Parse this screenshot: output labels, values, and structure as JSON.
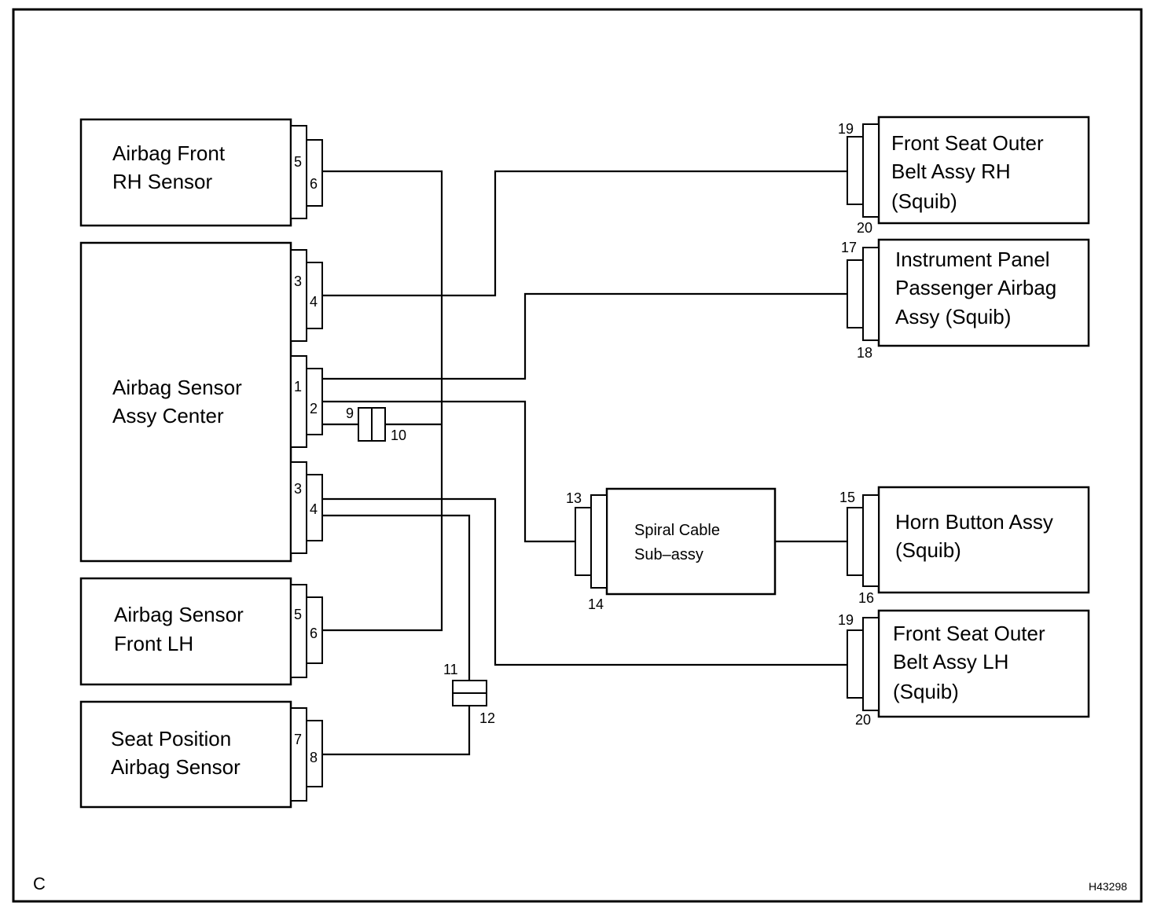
{
  "components": {
    "airbag_front_rh_sensor": {
      "line1": "Airbag Front",
      "line2": "RH Sensor",
      "pin_a": "5",
      "pin_b": "6"
    },
    "airbag_sensor_assy_center": {
      "line1": "Airbag Sensor",
      "line2": "Assy Center",
      "conn1_pin_a": "3",
      "conn1_pin_b": "4",
      "conn2_pin_a": "1",
      "conn2_pin_b": "2",
      "conn3_pin_a": "3",
      "conn3_pin_b": "4"
    },
    "airbag_sensor_front_lh": {
      "line1": "Airbag Sensor",
      "line2": "Front LH",
      "pin_a": "5",
      "pin_b": "6"
    },
    "seat_position_airbag_sensor": {
      "line1": "Seat Position",
      "line2": "Airbag Sensor",
      "pin_a": "7",
      "pin_b": "8"
    },
    "front_seat_outer_belt_rh": {
      "line1": "Front Seat Outer",
      "line2": "Belt Assy RH",
      "line3": "(Squib)",
      "pin_a": "19",
      "pin_b": "20"
    },
    "instrument_panel_passenger_airbag": {
      "line1": "Instrument Panel",
      "line2": "Passenger Airbag",
      "line3": "Assy (Squib)",
      "pin_a": "17",
      "pin_b": "18"
    },
    "spiral_cable": {
      "line1": "Spiral Cable",
      "line2": "Sub–assy",
      "pin_a": "13",
      "pin_b": "14"
    },
    "horn_button_assy": {
      "line1": "Horn Button Assy",
      "line2": "(Squib)",
      "pin_a": "15",
      "pin_b": "16"
    },
    "front_seat_outer_belt_lh": {
      "line1": "Front Seat Outer",
      "line2": "Belt Assy LH",
      "line3": "(Squib)",
      "pin_a": "19",
      "pin_b": "20"
    }
  },
  "junctions": {
    "j1": {
      "pin_a": "9",
      "pin_b": "10"
    },
    "j2": {
      "pin_a": "11",
      "pin_b": "12"
    }
  },
  "footer": {
    "corner_letter": "C",
    "drawing_id": "H43298"
  }
}
